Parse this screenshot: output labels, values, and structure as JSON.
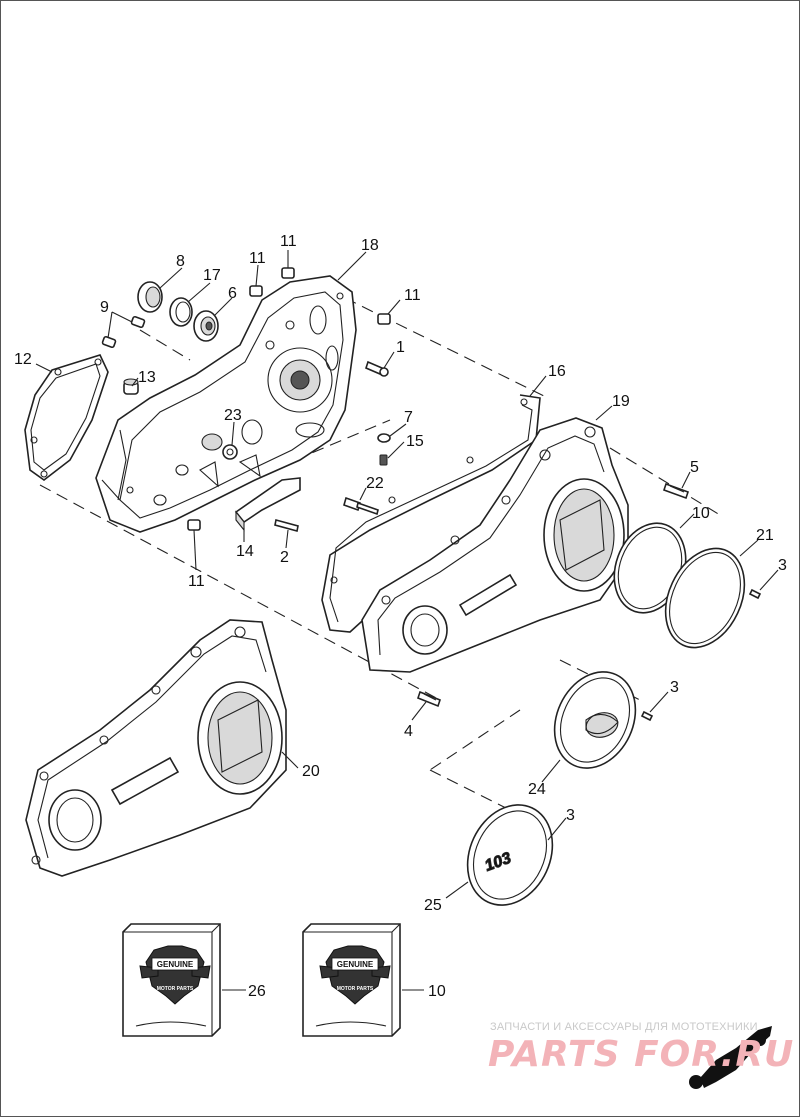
{
  "callouts": {
    "c1": "1",
    "c2": "2",
    "c3a": "3",
    "c3b": "3",
    "c3c": "3",
    "c4": "4",
    "c5": "5",
    "c6": "6",
    "c7": "7",
    "c8": "8",
    "c9": "9",
    "c10a": "10",
    "c10b": "10",
    "c11a": "11",
    "c11b": "11",
    "c11c": "11",
    "c11d": "11",
    "c12": "12",
    "c13": "13",
    "c14": "14",
    "c15": "15",
    "c16": "16",
    "c17": "17",
    "c18": "18",
    "c19": "19",
    "c20": "20",
    "c21": "21",
    "c22": "22",
    "c23": "23",
    "c24": "24",
    "c25": "25",
    "c26": "26"
  },
  "parts_boxes": {
    "box_left_label": "GENUINE",
    "box_left_sub": "MOTOR PARTS",
    "box_right_label": "GENUINE",
    "box_right_sub": "MOTOR PARTS"
  },
  "derby_cover_text": "103",
  "watermark": {
    "caption": "ЗАПЧАСТИ И АКСЕССУАРЫ ДЛЯ МОТОТЕХНИКИ",
    "logo": "PARTS FOR.RU"
  }
}
